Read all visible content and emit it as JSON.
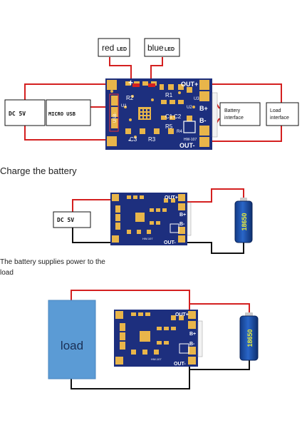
{
  "diagram1": {
    "red_led_label": "red",
    "red_led_sub": "LED",
    "blue_led_label": "blue",
    "blue_led_sub": "LED",
    "dc_label": "DC 5V",
    "micro_usb_label": "MICRO USB",
    "battery_interface_label": "Battery interface",
    "load_interface_label": "Load interface"
  },
  "board": {
    "out_plus": "OUT+",
    "out_minus": "OUT-",
    "b_plus": "B+",
    "b_minus": "B-",
    "r1": "R1",
    "r2": "R2",
    "r3": "R3",
    "r4": "R4",
    "r5": "R5",
    "c1": "C1",
    "c2": "C2",
    "c3": "C3",
    "u1": "U1",
    "u2": "U2",
    "u3": "U3",
    "model": "HW-107",
    "usb_tag": "USB-",
    "plus": "+",
    "minus": "-"
  },
  "section1": {
    "title": "Charge the battery",
    "dc_label": "DC 5V",
    "battery_label": "18650"
  },
  "section2": {
    "caption": "The battery supplies power to the load",
    "load_label": "load",
    "battery_label": "18650"
  },
  "colors": {
    "board": "#1d2f7e",
    "pad": "#e8b54a",
    "wire_red": "#d42020",
    "wire_black": "#111111",
    "load": "#5b9bd5",
    "battery": "#1e4fa8",
    "battery_text": "#e8ec3a"
  }
}
